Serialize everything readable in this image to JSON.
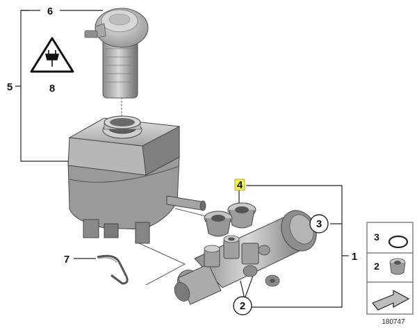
{
  "callouts": {
    "c1": "1",
    "c2": "2",
    "c3": "3",
    "c4": "4",
    "c5": "5",
    "c6": "6",
    "c7": "7",
    "c8": "8"
  },
  "legend": {
    "items": [
      {
        "number": "3",
        "icon": "o-ring-icon"
      },
      {
        "number": "2",
        "icon": "grommet-icon"
      }
    ],
    "arrow_icon": "assembly-arrow-icon"
  },
  "diagram_id": "180747",
  "colors": {
    "part_gray": "#9c9c9c",
    "highlight": "#f3f04a",
    "line": "#222222"
  }
}
